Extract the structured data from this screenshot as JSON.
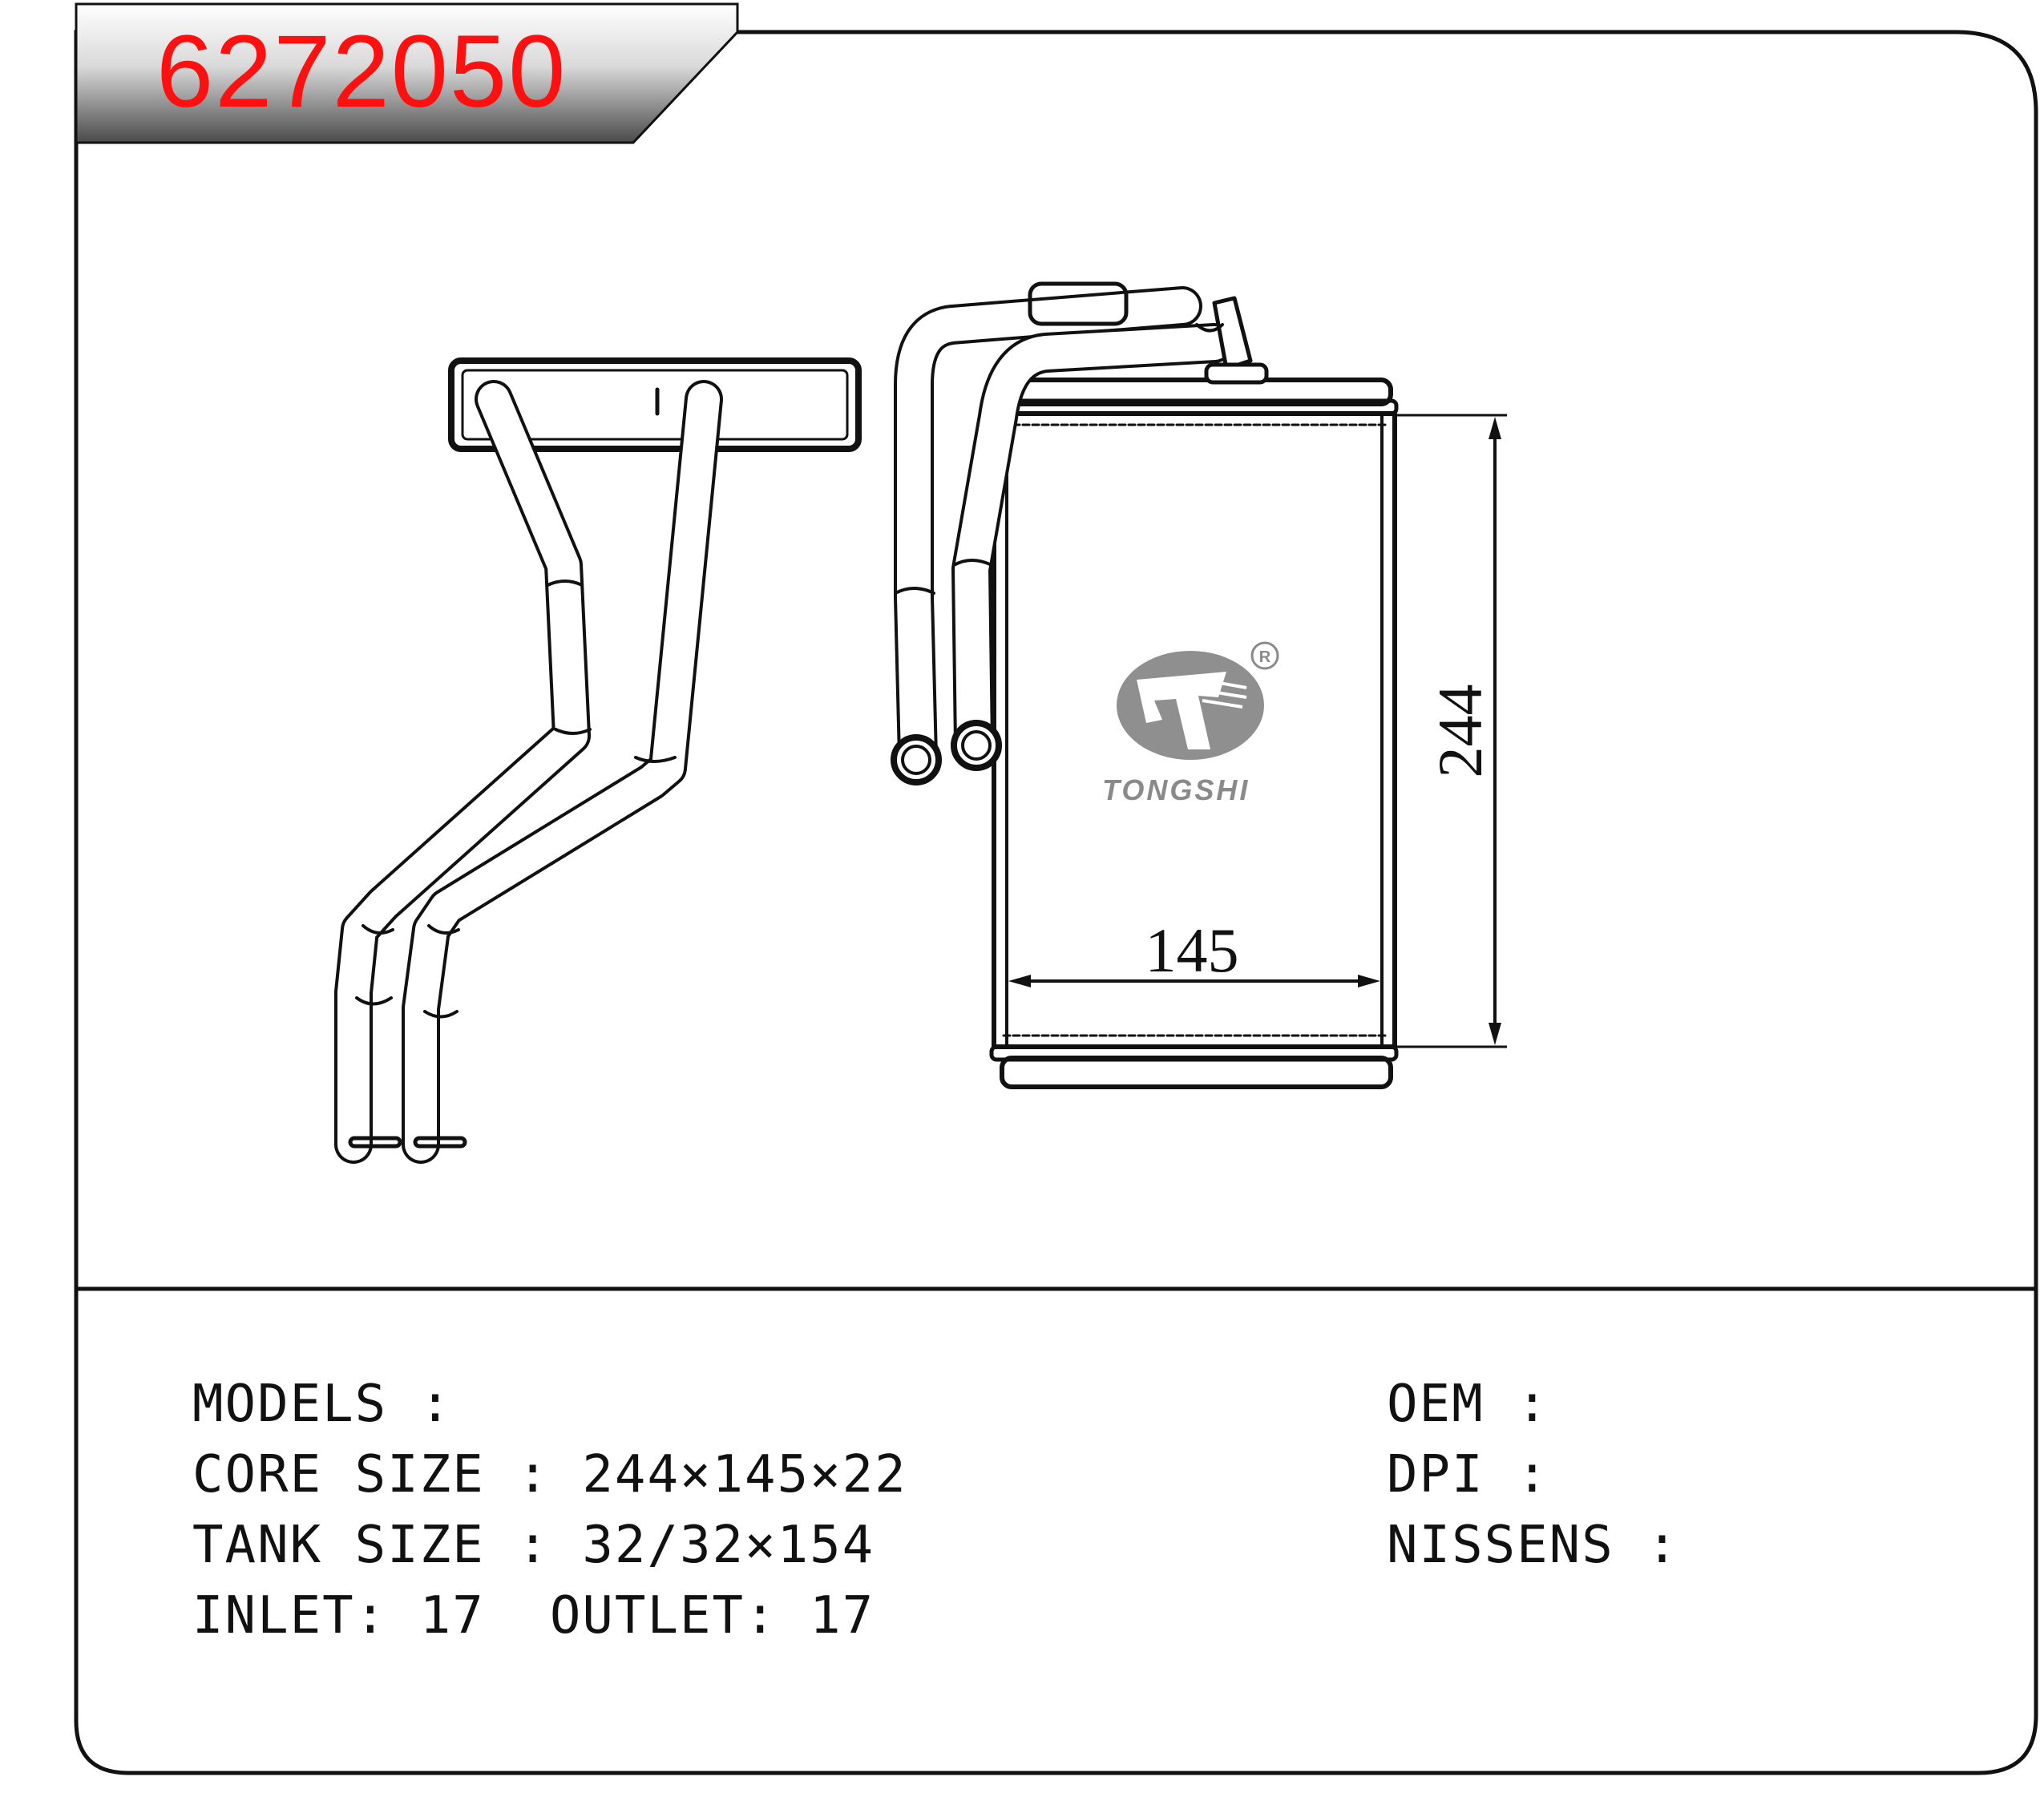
{
  "header": {
    "part_number": "6272050"
  },
  "drawing": {
    "dimension_height": "244",
    "dimension_width": "145",
    "logo_text": "TONGSHI",
    "logo_mark": "registered-mark",
    "colors": {
      "part_number": "#ff1010",
      "lines": "#111111",
      "logo": "#8a8a8a"
    }
  },
  "specs": {
    "models": "MODELS :",
    "core_size": "CORE SIZE : 244×145×22",
    "tank_size": "TANK SIZE : 32/32×154",
    "inlet_outlet": "INLET: 17  OUTLET: 17",
    "oem": "OEM :",
    "dpi": "DPI :",
    "nissens": "NISSENS :"
  }
}
